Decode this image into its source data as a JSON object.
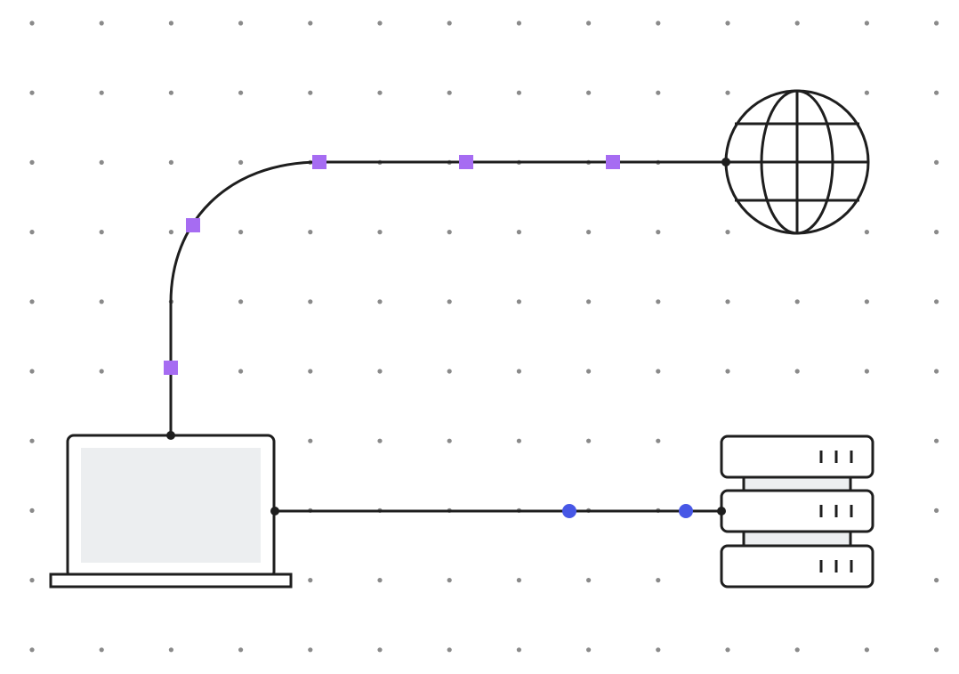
{
  "canvas": {
    "background": "#ffffff",
    "grid_dot_color": "#8a8a8a",
    "grid": "dotted"
  },
  "colors": {
    "stroke": "#1e1e1e",
    "screen_fill": "#eceef0",
    "server_connector_fill": "#eceef0",
    "midpoint_handle_purple": "#a66cf2",
    "midpoint_handle_blue": "#4757e6",
    "anchor": "#1e1e1e"
  },
  "nodes": [
    {
      "id": "laptop",
      "icon": "laptop-icon"
    },
    {
      "id": "globe",
      "icon": "globe-icon"
    },
    {
      "id": "server",
      "icon": "server-stack-icon",
      "unit_count": 3
    }
  ],
  "edges": [
    {
      "from": "laptop",
      "to": "globe",
      "style": "curved",
      "handle_shape": "square",
      "handle_color": "#a66cf2",
      "handle_count": 5
    },
    {
      "from": "laptop",
      "to": "server",
      "style": "straight",
      "handle_shape": "circle",
      "handle_color": "#4757e6",
      "handle_count": 2
    }
  ]
}
